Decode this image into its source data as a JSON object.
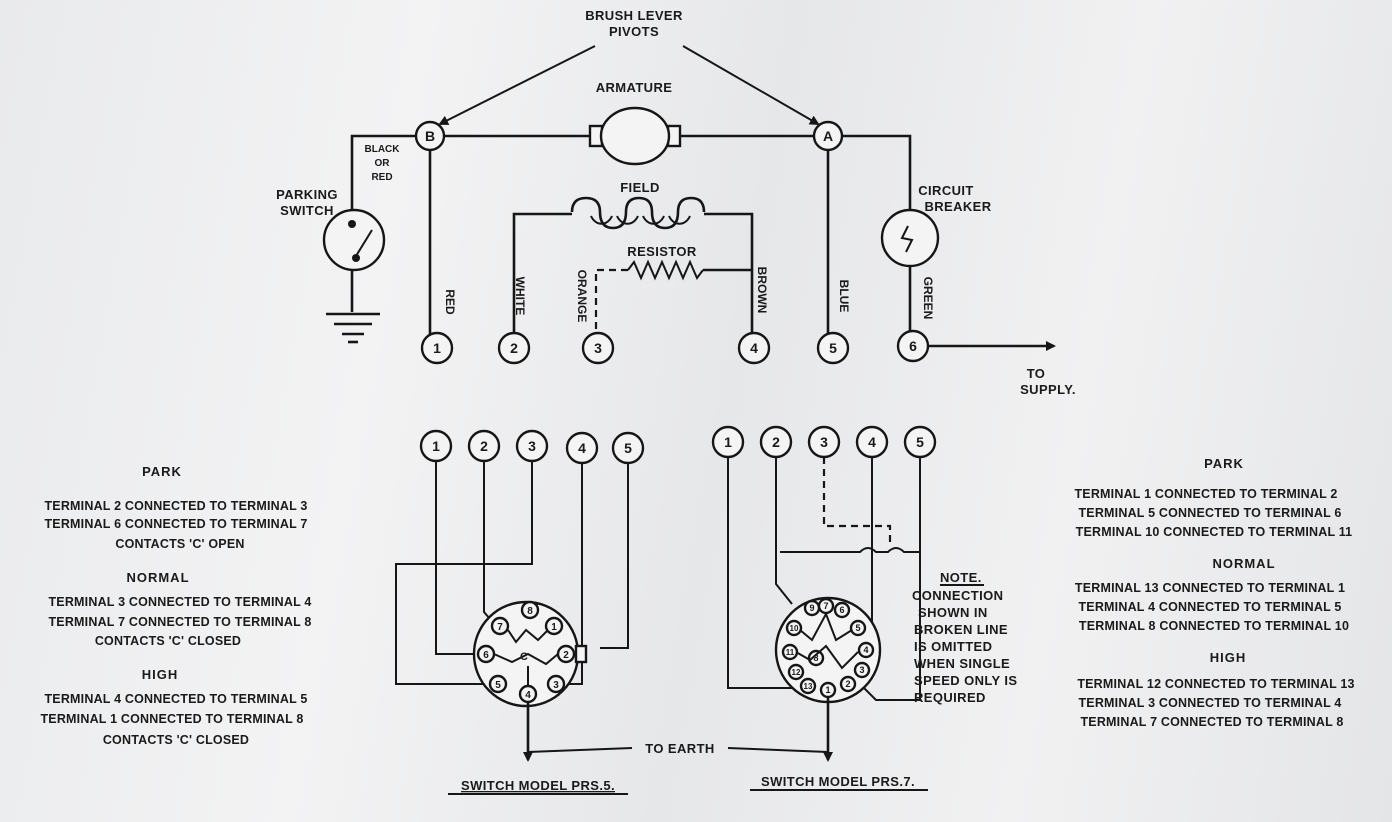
{
  "labels": {
    "brush_lever": "BRUSH LEVER",
    "pivots": "PIVOTS",
    "armature": "ARMATURE",
    "field": "FIELD",
    "resistor": "RESISTOR",
    "black_or": "BLACK",
    "or": "OR",
    "red_short": "RED",
    "parking": "PARKING",
    "switch": "SWITCH",
    "circuit": "CIRCUIT",
    "breaker": "BREAKER",
    "terminal_b": "B",
    "terminal_a": "A",
    "to": "TO",
    "supply": "SUPPLY.",
    "to_earth": "TO EARTH",
    "model_left": "SWITCH MODEL PRS.5.",
    "model_right": "SWITCH MODEL PRS.7.",
    "contact_c": "C"
  },
  "wires": {
    "red": "RED",
    "white": "WHITE",
    "orange": "ORANGE",
    "brown": "BROWN",
    "blue": "BLUE",
    "green": "GREEN"
  },
  "terminals_top": [
    "1",
    "2",
    "3",
    "4",
    "5",
    "6"
  ],
  "terminals_left": [
    "1",
    "2",
    "3",
    "4",
    "5"
  ],
  "terminals_right": [
    "1",
    "2",
    "3",
    "4",
    "5"
  ],
  "pins_left": [
    "1",
    "2",
    "3",
    "4",
    "5",
    "6",
    "7",
    "8"
  ],
  "pins_right": [
    "1",
    "2",
    "3",
    "4",
    "5",
    "6",
    "7",
    "8",
    "9",
    "10",
    "11",
    "12",
    "13"
  ],
  "note": {
    "title": "NOTE.",
    "lines": [
      "CONNECTION",
      "SHOWN IN",
      "BROKEN LINE",
      "IS OMITTED",
      "WHEN SINGLE",
      "SPEED ONLY IS",
      "REQUIRED"
    ]
  },
  "left_table": {
    "park_heading": "PARK",
    "park": [
      "TERMINAL 2 CONNECTED TO TERMINAL 3",
      "TERMINAL 6 CONNECTED TO TERMINAL 7",
      "CONTACTS 'C' OPEN"
    ],
    "normal_heading": "NORMAL",
    "normal": [
      "TERMINAL 3 CONNECTED TO TERMINAL 4",
      "TERMINAL 7 CONNECTED TO TERMINAL 8",
      "CONTACTS 'C' CLOSED"
    ],
    "high_heading": "HIGH",
    "high": [
      "TERMINAL 4 CONNECTED TO TERMINAL 5",
      "TERMINAL 1 CONNECTED TO TERMINAL 8",
      "CONTACTS 'C' CLOSED"
    ]
  },
  "right_table": {
    "park_heading": "PARK",
    "park": [
      "TERMINAL 1 CONNECTED TO TERMINAL 2",
      "TERMINAL 5 CONNECTED TO TERMINAL 6",
      "TERMINAL 10 CONNECTED TO TERMINAL 11"
    ],
    "normal_heading": "NORMAL",
    "normal": [
      "TERMINAL 13 CONNECTED TO TERMINAL 1",
      "TERMINAL 4 CONNECTED TO TERMINAL 5",
      "TERMINAL 8 CONNECTED TO TERMINAL 10"
    ],
    "high_heading": "HIGH",
    "high": [
      "TERMINAL 12 CONNECTED TO TERMINAL 13",
      "TERMINAL 3 CONNECTED TO TERMINAL 4",
      "TERMINAL 7 CONNECTED TO TERMINAL 8"
    ]
  }
}
